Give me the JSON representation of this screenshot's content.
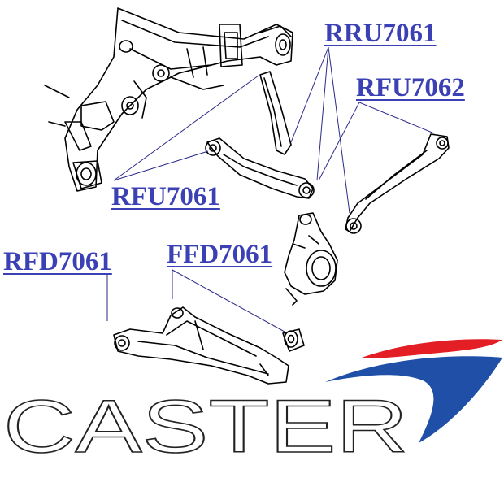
{
  "labels": {
    "rru7061": "RRU7061",
    "rfu7062": "RFU7062",
    "rfu7061": "RFU7061",
    "rfd7061": "RFD7061",
    "ffd7061": "FFD7061"
  },
  "logo": {
    "brand": "CASTER",
    "swoosh_colors": {
      "red": "#e31e24",
      "blue": "#1f4fa6"
    }
  },
  "colors": {
    "label_text": "#3b40b4",
    "leader_line": "#2a2a8a",
    "drawing": "#000000",
    "logo_outline": "#222222"
  }
}
